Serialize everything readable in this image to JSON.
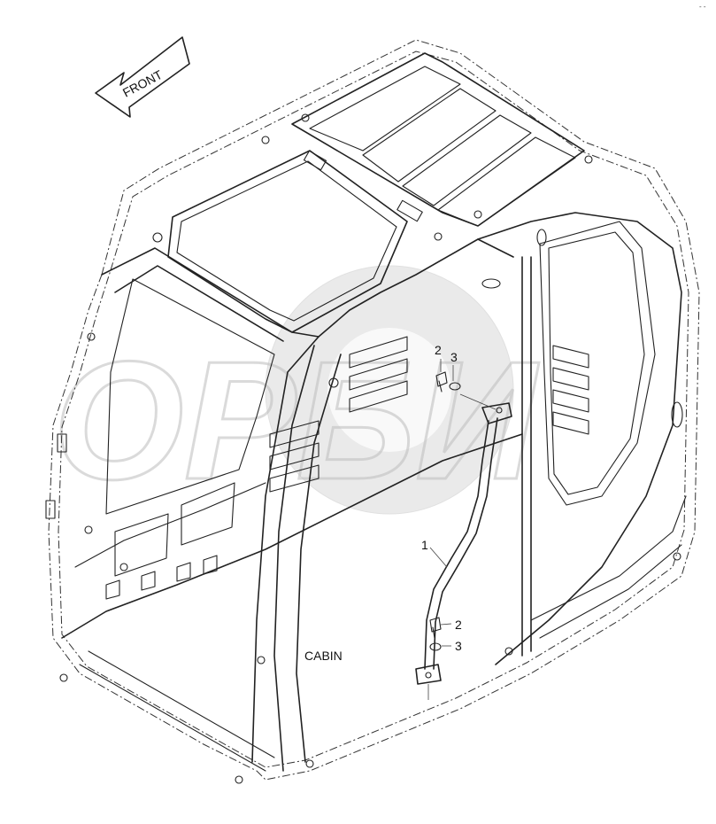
{
  "diagram": {
    "direction_label": "FRONT",
    "assembly_label": "CABIN",
    "watermark_text": "ОРБИ",
    "callouts": [
      {
        "id": "c1",
        "text": "1"
      },
      {
        "id": "c2a",
        "text": "2"
      },
      {
        "id": "c3a",
        "text": "3"
      },
      {
        "id": "c2b",
        "text": "2"
      },
      {
        "id": "c3b",
        "text": "3"
      }
    ]
  }
}
